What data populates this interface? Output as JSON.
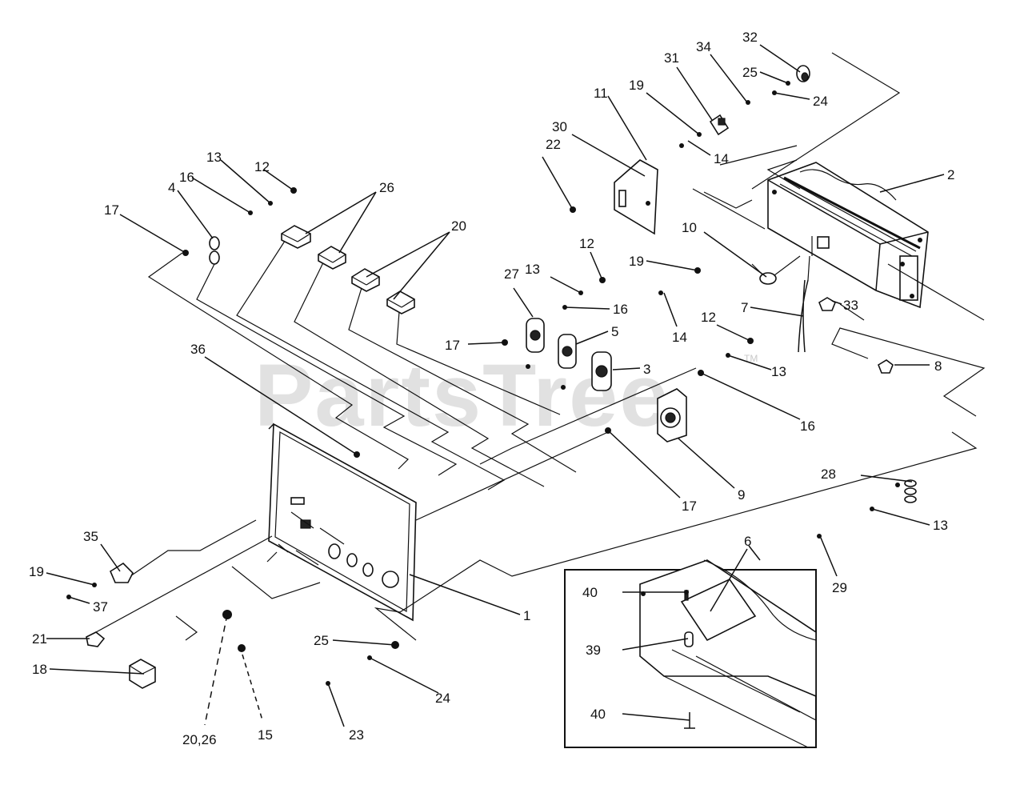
{
  "watermark": {
    "text": "PartsTree",
    "tm": "TM"
  },
  "callouts": [
    {
      "id": "c1",
      "text": "1"
    },
    {
      "id": "c2",
      "text": "2"
    },
    {
      "id": "c3",
      "text": "3"
    },
    {
      "id": "c4",
      "text": "4"
    },
    {
      "id": "c5",
      "text": "5"
    },
    {
      "id": "c6",
      "text": "6"
    },
    {
      "id": "c7",
      "text": "7"
    },
    {
      "id": "c8",
      "text": "8"
    },
    {
      "id": "c9",
      "text": "9"
    },
    {
      "id": "c10",
      "text": "10"
    },
    {
      "id": "c11",
      "text": "11"
    },
    {
      "id": "c12a",
      "text": "12"
    },
    {
      "id": "c12b",
      "text": "12"
    },
    {
      "id": "c12c",
      "text": "12"
    },
    {
      "id": "c13a",
      "text": "13"
    },
    {
      "id": "c13b",
      "text": "13"
    },
    {
      "id": "c13c",
      "text": "13"
    },
    {
      "id": "c13d",
      "text": "13"
    },
    {
      "id": "c14a",
      "text": "14"
    },
    {
      "id": "c14b",
      "text": "14"
    },
    {
      "id": "c15",
      "text": "15"
    },
    {
      "id": "c16a",
      "text": "16"
    },
    {
      "id": "c16b",
      "text": "16"
    },
    {
      "id": "c16c",
      "text": "16"
    },
    {
      "id": "c17a",
      "text": "17"
    },
    {
      "id": "c17b",
      "text": "17"
    },
    {
      "id": "c17c",
      "text": "17"
    },
    {
      "id": "c18",
      "text": "18"
    },
    {
      "id": "c19a",
      "text": "19"
    },
    {
      "id": "c19b",
      "text": "19"
    },
    {
      "id": "c19c",
      "text": "19"
    },
    {
      "id": "c20a",
      "text": "20"
    },
    {
      "id": "c20b",
      "text": "20,26"
    },
    {
      "id": "c21",
      "text": "21"
    },
    {
      "id": "c22",
      "text": "22"
    },
    {
      "id": "c23",
      "text": "23"
    },
    {
      "id": "c24a",
      "text": "24"
    },
    {
      "id": "c24b",
      "text": "24"
    },
    {
      "id": "c25a",
      "text": "25"
    },
    {
      "id": "c25b",
      "text": "25"
    },
    {
      "id": "c26",
      "text": "26"
    },
    {
      "id": "c27",
      "text": "27"
    },
    {
      "id": "c28",
      "text": "28"
    },
    {
      "id": "c29",
      "text": "29"
    },
    {
      "id": "c30",
      "text": "30"
    },
    {
      "id": "c31",
      "text": "31"
    },
    {
      "id": "c32",
      "text": "32"
    },
    {
      "id": "c33",
      "text": "33"
    },
    {
      "id": "c34",
      "text": "34"
    },
    {
      "id": "c35",
      "text": "35"
    },
    {
      "id": "c36",
      "text": "36"
    },
    {
      "id": "c37",
      "text": "37"
    },
    {
      "id": "c39",
      "text": "39"
    },
    {
      "id": "c40a",
      "text": "40"
    },
    {
      "id": "c40b",
      "text": "40"
    }
  ]
}
